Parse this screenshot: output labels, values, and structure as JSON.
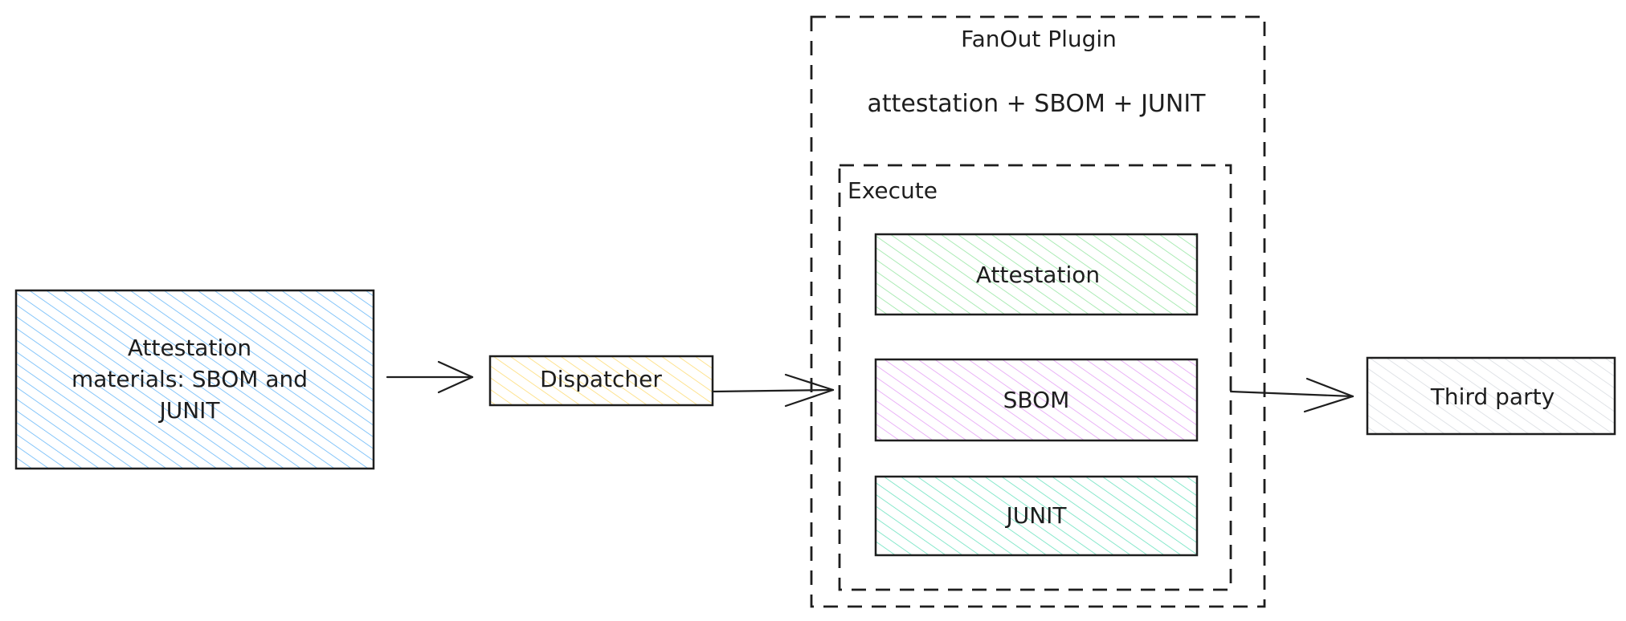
{
  "nodes": {
    "materials": {
      "lines": [
        "Attestation",
        "materials: SBOM and",
        "JUNIT"
      ],
      "fill": "#a5d8ff"
    },
    "dispatcher": {
      "label": "Dispatcher",
      "fill": "#ffec99"
    },
    "fanout_plugin": {
      "title": "FanOut Plugin",
      "subtitle": "attestation + SBOM + JUNIT"
    },
    "execute": {
      "title": "Execute"
    },
    "attestation": {
      "label": "Attestation",
      "fill": "#b2f2bb"
    },
    "sbom": {
      "label": "SBOM",
      "fill": "#eebefa"
    },
    "junit": {
      "label": "JUNIT",
      "fill": "#96f2d7"
    },
    "third_party": {
      "label": "Third party",
      "fill": "#e9ecef"
    }
  },
  "colors": {
    "stroke": "#1e1e1e",
    "background": "#ffffff"
  }
}
